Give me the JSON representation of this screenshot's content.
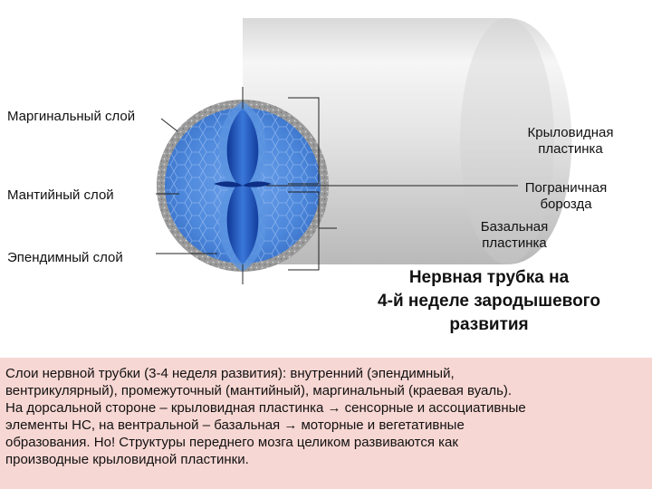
{
  "labels": {
    "marginal": "Маргинальный слой",
    "mantle": "Мантийный слой",
    "ependymal": "Эпендимный слой",
    "alar_line1": "Крыловидная",
    "alar_line2": "пластинка",
    "sulcus_line1": "Пограничная",
    "sulcus_line2": "борозда",
    "basal_line1": "Базальная",
    "basal_line2": "пластинка"
  },
  "caption": {
    "line1": "Нервная  трубка на",
    "line2": "4-й неделе зародышевого",
    "line3": "развития"
  },
  "description": [
    "Слои нервной трубки (3-4 неделя развития): внутренний (эпендимный,",
    "вентрикулярный), промежуточный (мантийный), маргинальный (краевая вуаль).",
    "На дорсальной стороне – крыловидная пластинка → сенсорные и ассоциативные",
    "элементы НС, на вентральной – базальная → моторные и вегетативные",
    "образования. Но! Структуры переднего мозга целиком  развиваются  как",
    "производные крыловидной пластинки."
  ],
  "colors": {
    "description_background": "#f7d7d3",
    "tissue_blue": "#3f7fd6",
    "ventricle_blue": "#1a4cb0",
    "tube_gray": "#d4d4d4"
  }
}
